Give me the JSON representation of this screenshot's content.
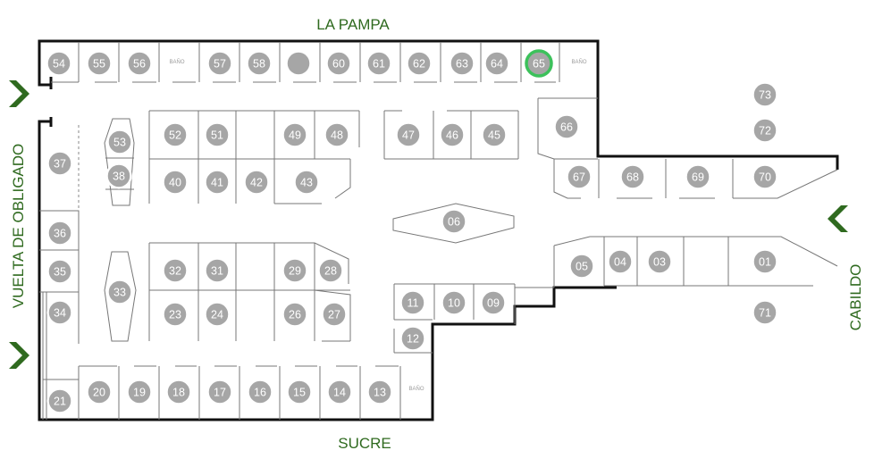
{
  "streets": {
    "top": "LA PAMPA",
    "bottom": "SUCRE",
    "left": "VUELTA DE OBLIGADO",
    "right": "CABILDO"
  },
  "highlight_color": "#3cc15b",
  "accent_color": "#2f6a1f",
  "tiny_labels": {
    "bano": "BAÑO"
  },
  "stores": [
    {
      "label": "54"
    },
    {
      "label": "55"
    },
    {
      "label": "56"
    },
    {
      "label": "57"
    },
    {
      "label": "58"
    },
    {
      "label": ""
    },
    {
      "label": "60"
    },
    {
      "label": "61"
    },
    {
      "label": "62"
    },
    {
      "label": "63"
    },
    {
      "label": "64"
    },
    {
      "label": "65",
      "highlight": true
    },
    {
      "label": "53"
    },
    {
      "label": "52"
    },
    {
      "label": "51"
    },
    {
      "label": "49"
    },
    {
      "label": "48"
    },
    {
      "label": "47"
    },
    {
      "label": "46"
    },
    {
      "label": "45"
    },
    {
      "label": "66"
    },
    {
      "label": "73"
    },
    {
      "label": "72"
    },
    {
      "label": "37"
    },
    {
      "label": "38"
    },
    {
      "label": "40"
    },
    {
      "label": "41"
    },
    {
      "label": "42"
    },
    {
      "label": "43"
    },
    {
      "label": "67"
    },
    {
      "label": "68"
    },
    {
      "label": "69"
    },
    {
      "label": "70"
    },
    {
      "label": "06"
    },
    {
      "label": "36"
    },
    {
      "label": "05"
    },
    {
      "label": "04"
    },
    {
      "label": "03"
    },
    {
      "label": "01"
    },
    {
      "label": "35"
    },
    {
      "label": "32"
    },
    {
      "label": "31"
    },
    {
      "label": "29"
    },
    {
      "label": "28"
    },
    {
      "label": "33"
    },
    {
      "label": "11"
    },
    {
      "label": "10"
    },
    {
      "label": "09"
    },
    {
      "label": "34"
    },
    {
      "label": "23"
    },
    {
      "label": "24"
    },
    {
      "label": "26"
    },
    {
      "label": "27"
    },
    {
      "label": "71"
    },
    {
      "label": "12"
    },
    {
      "label": "21"
    },
    {
      "label": "20"
    },
    {
      "label": "19"
    },
    {
      "label": "18"
    },
    {
      "label": "17"
    },
    {
      "label": "16"
    },
    {
      "label": "15"
    },
    {
      "label": "14"
    },
    {
      "label": "13"
    }
  ]
}
